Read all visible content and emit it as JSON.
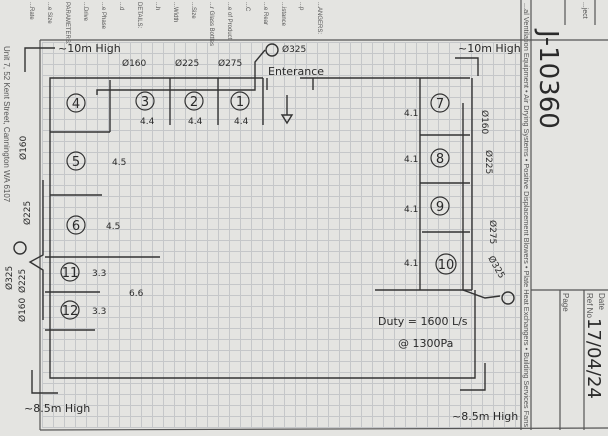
{
  "form": {
    "job_number": "J-10360",
    "strip_text": "...al Ventilation Equipment • Air Drying Systems • Positive Displacement Blowers • Plate Heat Exchangers • Building Services Fans",
    "address_text": "Unit 7, 52 Kent Street, Cannington WA 6107",
    "page_label": "Page",
    "ref_label": "Ref No",
    "date_label": "Date",
    "date_value": "17/04/24",
    "project_label": "...ject",
    "header_fragments": [
      "...Rate",
      "...e Size",
      "PARAMETERS:",
      "...Drive",
      "...e Phase",
      "...d",
      "DETAILS:",
      "...h",
      "...Width",
      "...Size",
      "...r Glass Bottles",
      "...e of Product",
      "...C",
      "...e Rear",
      "...istance",
      "...p",
      "...ANGERS:"
    ]
  },
  "sketch": {
    "heights": {
      "top_left": "~10m High",
      "top_right": "~10m High",
      "bottom_left": "~8.5m High",
      "bottom_right": "~8.5m High"
    },
    "entrance": "Enterance",
    "rooms": [
      "1",
      "2",
      "3",
      "4",
      "5",
      "6",
      "7",
      "8",
      "9",
      "10",
      "11",
      "12"
    ],
    "dimensions": {
      "top": [
        "4.4",
        "4.4",
        "4.4"
      ],
      "left": [
        "4.5",
        "4.5",
        "3.3",
        "3.3",
        "6.6"
      ],
      "right": [
        "4.1",
        "4.1",
        "4.1",
        "4.1"
      ]
    },
    "ducts": {
      "top": [
        "Ø160",
        "Ø225",
        "Ø275",
        "Ø325"
      ],
      "right": [
        "Ø160",
        "Ø225",
        "Ø275",
        "Ø325"
      ],
      "left": [
        "Ø160",
        "Ø225",
        "Ø225",
        "Ø160",
        "Ø325"
      ]
    },
    "duty": "Duty = 1600 L/s",
    "pressure": "@ 1300Pa"
  }
}
